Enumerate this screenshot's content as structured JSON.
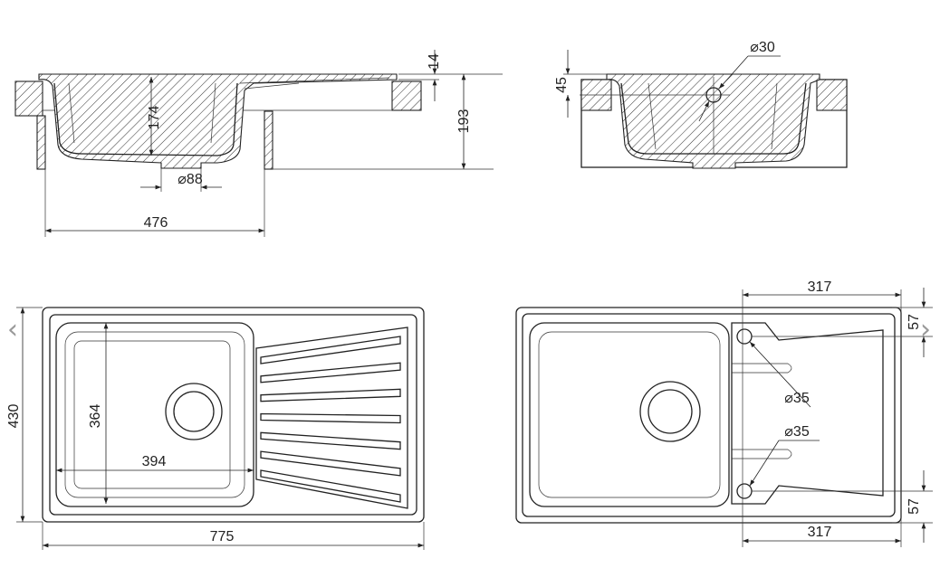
{
  "viewer": {
    "prev_icon": "chevron-left-icon",
    "next_icon": "chevron-right-icon",
    "prev_glyph": "‹",
    "next_glyph": "›"
  },
  "side_section": {
    "rim_height": "14",
    "total_height": "193",
    "bowl_depth": "174",
    "drain_diameter": "⌀88",
    "cabinet_width": "476"
  },
  "end_section": {
    "tap_hole_diameter": "⌀30",
    "tap_hole_offset": "45"
  },
  "top_view_left": {
    "overall_width": "430",
    "bowl_width": "364",
    "bowl_length": "394",
    "overall_length": "775"
  },
  "top_view_right": {
    "hole_offset_top": "317",
    "hole_edge_top": "57",
    "hole1_diameter": "⌀35",
    "hole2_diameter": "⌀35",
    "hole_edge_bottom": "57",
    "hole_offset_bottom": "317"
  }
}
